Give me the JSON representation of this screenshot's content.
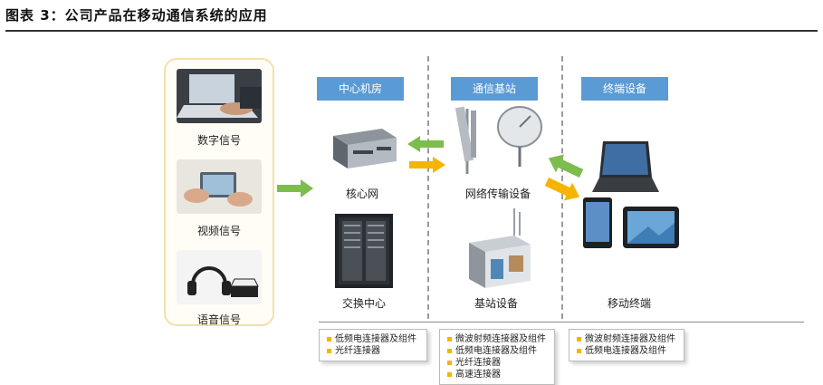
{
  "figure_title": "图表 3：公司产品在移动通信系统的应用",
  "signals": [
    "数字信号",
    "视频信号",
    "语音信号"
  ],
  "sections": [
    {
      "header": "中心机房",
      "devices": [
        "核心网",
        "交换中心"
      ]
    },
    {
      "header": "通信基站",
      "devices": [
        "网络传输设备",
        "基站设备"
      ]
    },
    {
      "header": "终端设备",
      "devices": [
        "移动终端"
      ]
    }
  ],
  "connectors": [
    [
      "低频电连接器及组件",
      "光纤连接器"
    ],
    [
      "微波射频连接器及组件",
      "低频电连接器及组件",
      "光纤连接器",
      "高速连接器"
    ],
    [
      "微波射频连接器及组件",
      "低频电连接器及组件"
    ]
  ],
  "colors": {
    "header": "#5b9bd5",
    "arrow_green": "#7cbd4c",
    "arrow_yellow": "#f5b400",
    "bullet": "#f5b400"
  }
}
